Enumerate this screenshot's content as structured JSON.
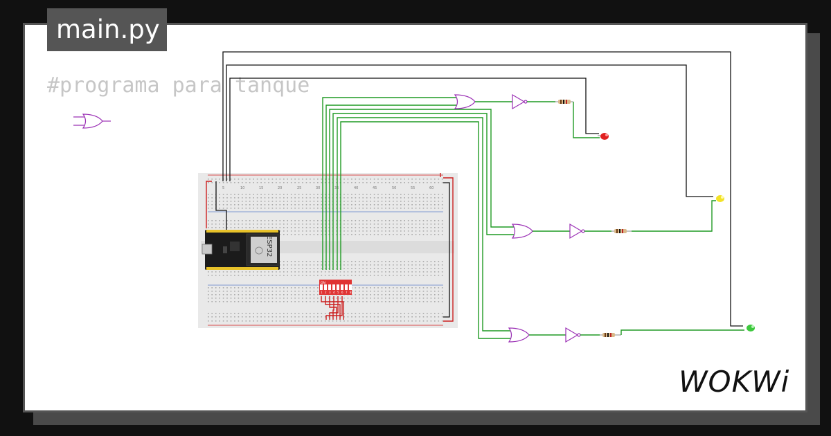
{
  "file_tab": {
    "label": "main.py"
  },
  "code_lines": [
    "#programa para tanque"
  ],
  "board": {
    "label": "ESP32"
  },
  "breadboard": {
    "column_numbers": [
      "5",
      "10",
      "15",
      "20",
      "25",
      "30",
      "35",
      "40",
      "45",
      "50",
      "55",
      "60"
    ]
  },
  "dip_switch": {
    "on_label": "ON",
    "positions": [
      "1",
      "2",
      "3",
      "4",
      "5",
      "6",
      "7",
      "8"
    ]
  },
  "leds": [
    {
      "name": "red-led",
      "color": "#e02020"
    },
    {
      "name": "yellow-led",
      "color": "#f3e227"
    },
    {
      "name": "green-led",
      "color": "#3dc83d"
    }
  ],
  "brand": {
    "logo_text": "WOKWi"
  },
  "colors": {
    "wire": "#1f9a23",
    "gate": "#9b30b5",
    "frame": "#555555",
    "background": "#111111"
  }
}
